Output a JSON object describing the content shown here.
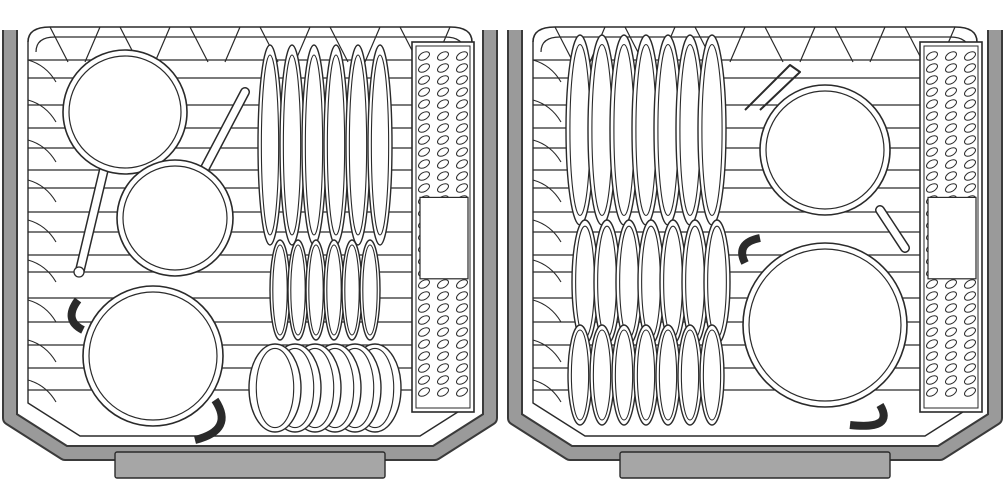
{
  "figure": {
    "panels": [
      {
        "id": "left",
        "contents": [
          "frying-pan",
          "saucepan",
          "pot",
          "dinner-plates",
          "bowls",
          "cutlery-basket"
        ]
      },
      {
        "id": "right",
        "contents": [
          "dinner-plates",
          "frying-pan",
          "pot",
          "cutlery-basket"
        ]
      }
    ],
    "colors": {
      "line": "#2a2a2a",
      "rack_frame": "#9a9a9a",
      "rack_frame_edge": "#3a3a3a",
      "handle_bar": "#a6a6a6",
      "fill": "#ffffff"
    }
  }
}
